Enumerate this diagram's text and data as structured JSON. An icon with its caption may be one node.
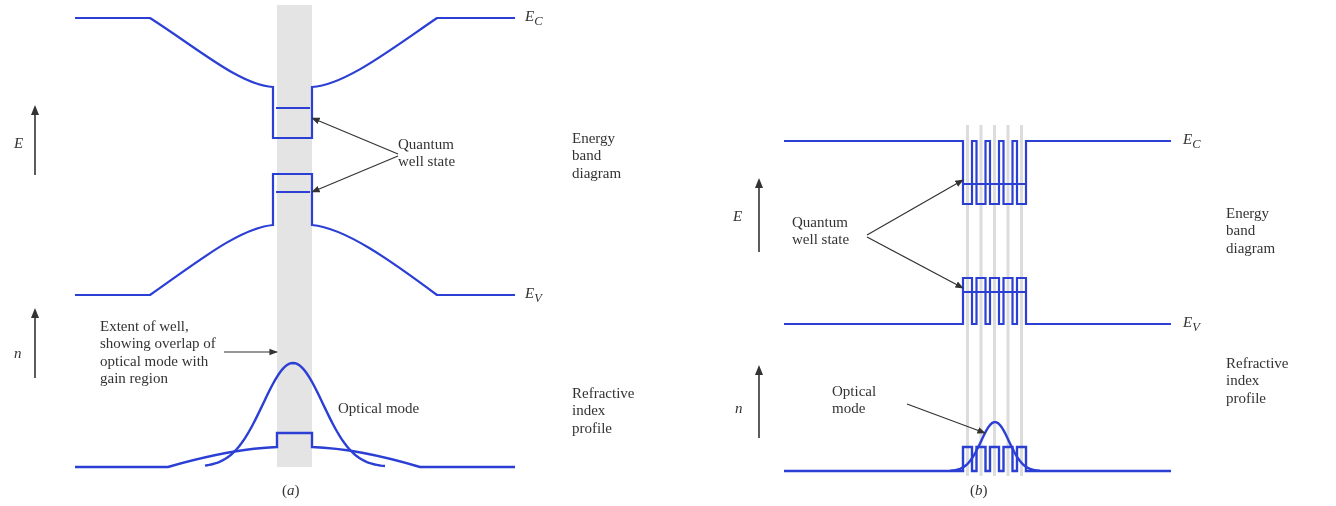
{
  "diagram": {
    "nodes": [
      {
        "text": [
          "Quantum well state"
        ]
      },
      {
        "text": [],
        "shape": "box",
        "beside": [
          "E$_{C}$"
        ]
      },
      {
        "text": [],
        "shape": "box",
        "beside": [
          "E$_{V}$"
        ]
      },
      {
        "text": [
          "Extent of well, showing overlap of optical mode with gain region"
        ]
      },
      {
        "text": [],
        "shape": "bar"
      },
      {
        "text": [
          "Quantum well state"
        ]
      },
      {
        "text": [],
        "shape": "box",
        "beside": [
          "E$_{C}$"
        ]
      },
      {
        "text": [],
        "shape": "box",
        "beside": [
          "E$_{V}$"
        ]
      },
      {
        "text": [
          "Optical mode"
        ]
      },
      {
        "text": [],
        "shape": "curve"
      }
    ],
    "edges": [
      {
        "from": 0,
        "to": 1,
        "arrow": "to"
      },
      {
        "from": 0,
        "to": 2,
        "arrow": "to"
      },
      {
        "from": 3,
        "to": 4,
        "arrow": "to"
      },
      {
        "from": 5,
        "to": 6,
        "arrow": "to"
      },
      {
        "from": 5,
        "to": 7,
        "arrow": "to"
      },
      {
        "from": 8,
        "to": 9,
        "arrow": "to"
      }
    ],
    "labels": [
      "E",
      "Energy band diagram",
      "n",
      "Optical mode",
      "Refractive index profile",
      "(*a*)",
      "E",
      "Energy band diagram",
      "n",
      "Refractive index profile",
      "(*b*)"
    ]
  }
}
